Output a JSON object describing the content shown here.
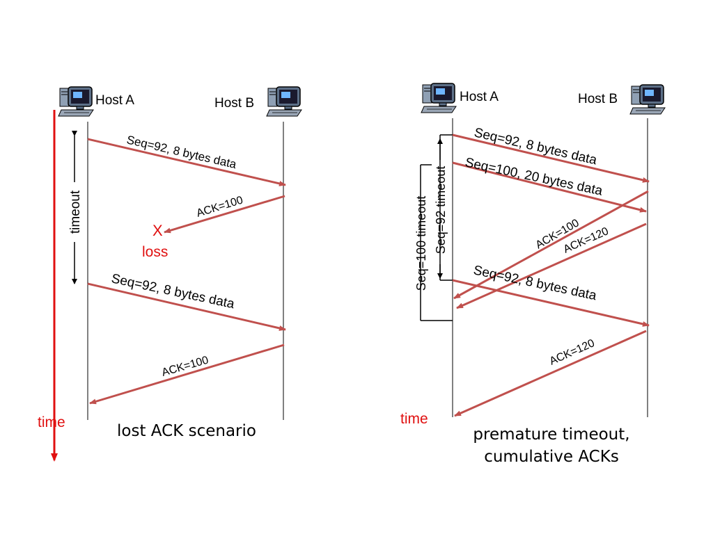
{
  "colors": {
    "message_arrow": "#c0504d",
    "time_axis": "#e01010",
    "loss_text": "#e01010",
    "timeline": "#000000"
  },
  "icons": [
    "desktop-computer-icon"
  ],
  "left": {
    "host_a": "Host A",
    "host_b": "Host B",
    "msg1": "Seq=92, 8 bytes data",
    "ack1": "ACK=100",
    "loss_x": "X",
    "loss_word": "loss",
    "timeout": "timeout",
    "msg2": "Seq=92, 8 bytes data",
    "ack2": "ACK=100",
    "time": "time",
    "caption": "lost ACK scenario"
  },
  "right": {
    "host_a": "Host A",
    "host_b": "Host B",
    "msg1": "Seq=92, 8 bytes data",
    "msg2": "Seq=100, 20 bytes data",
    "ack1": "ACK=100",
    "ack2": "ACK=120",
    "timeout92": "Seq=92 timeout",
    "timeout100": "Seq=100 timeout",
    "msg3": "Seq=92, 8 bytes data",
    "ack3": "ACK=120",
    "time": "time",
    "caption_line1": "premature timeout,",
    "caption_line2": "cumulative ACKs"
  }
}
